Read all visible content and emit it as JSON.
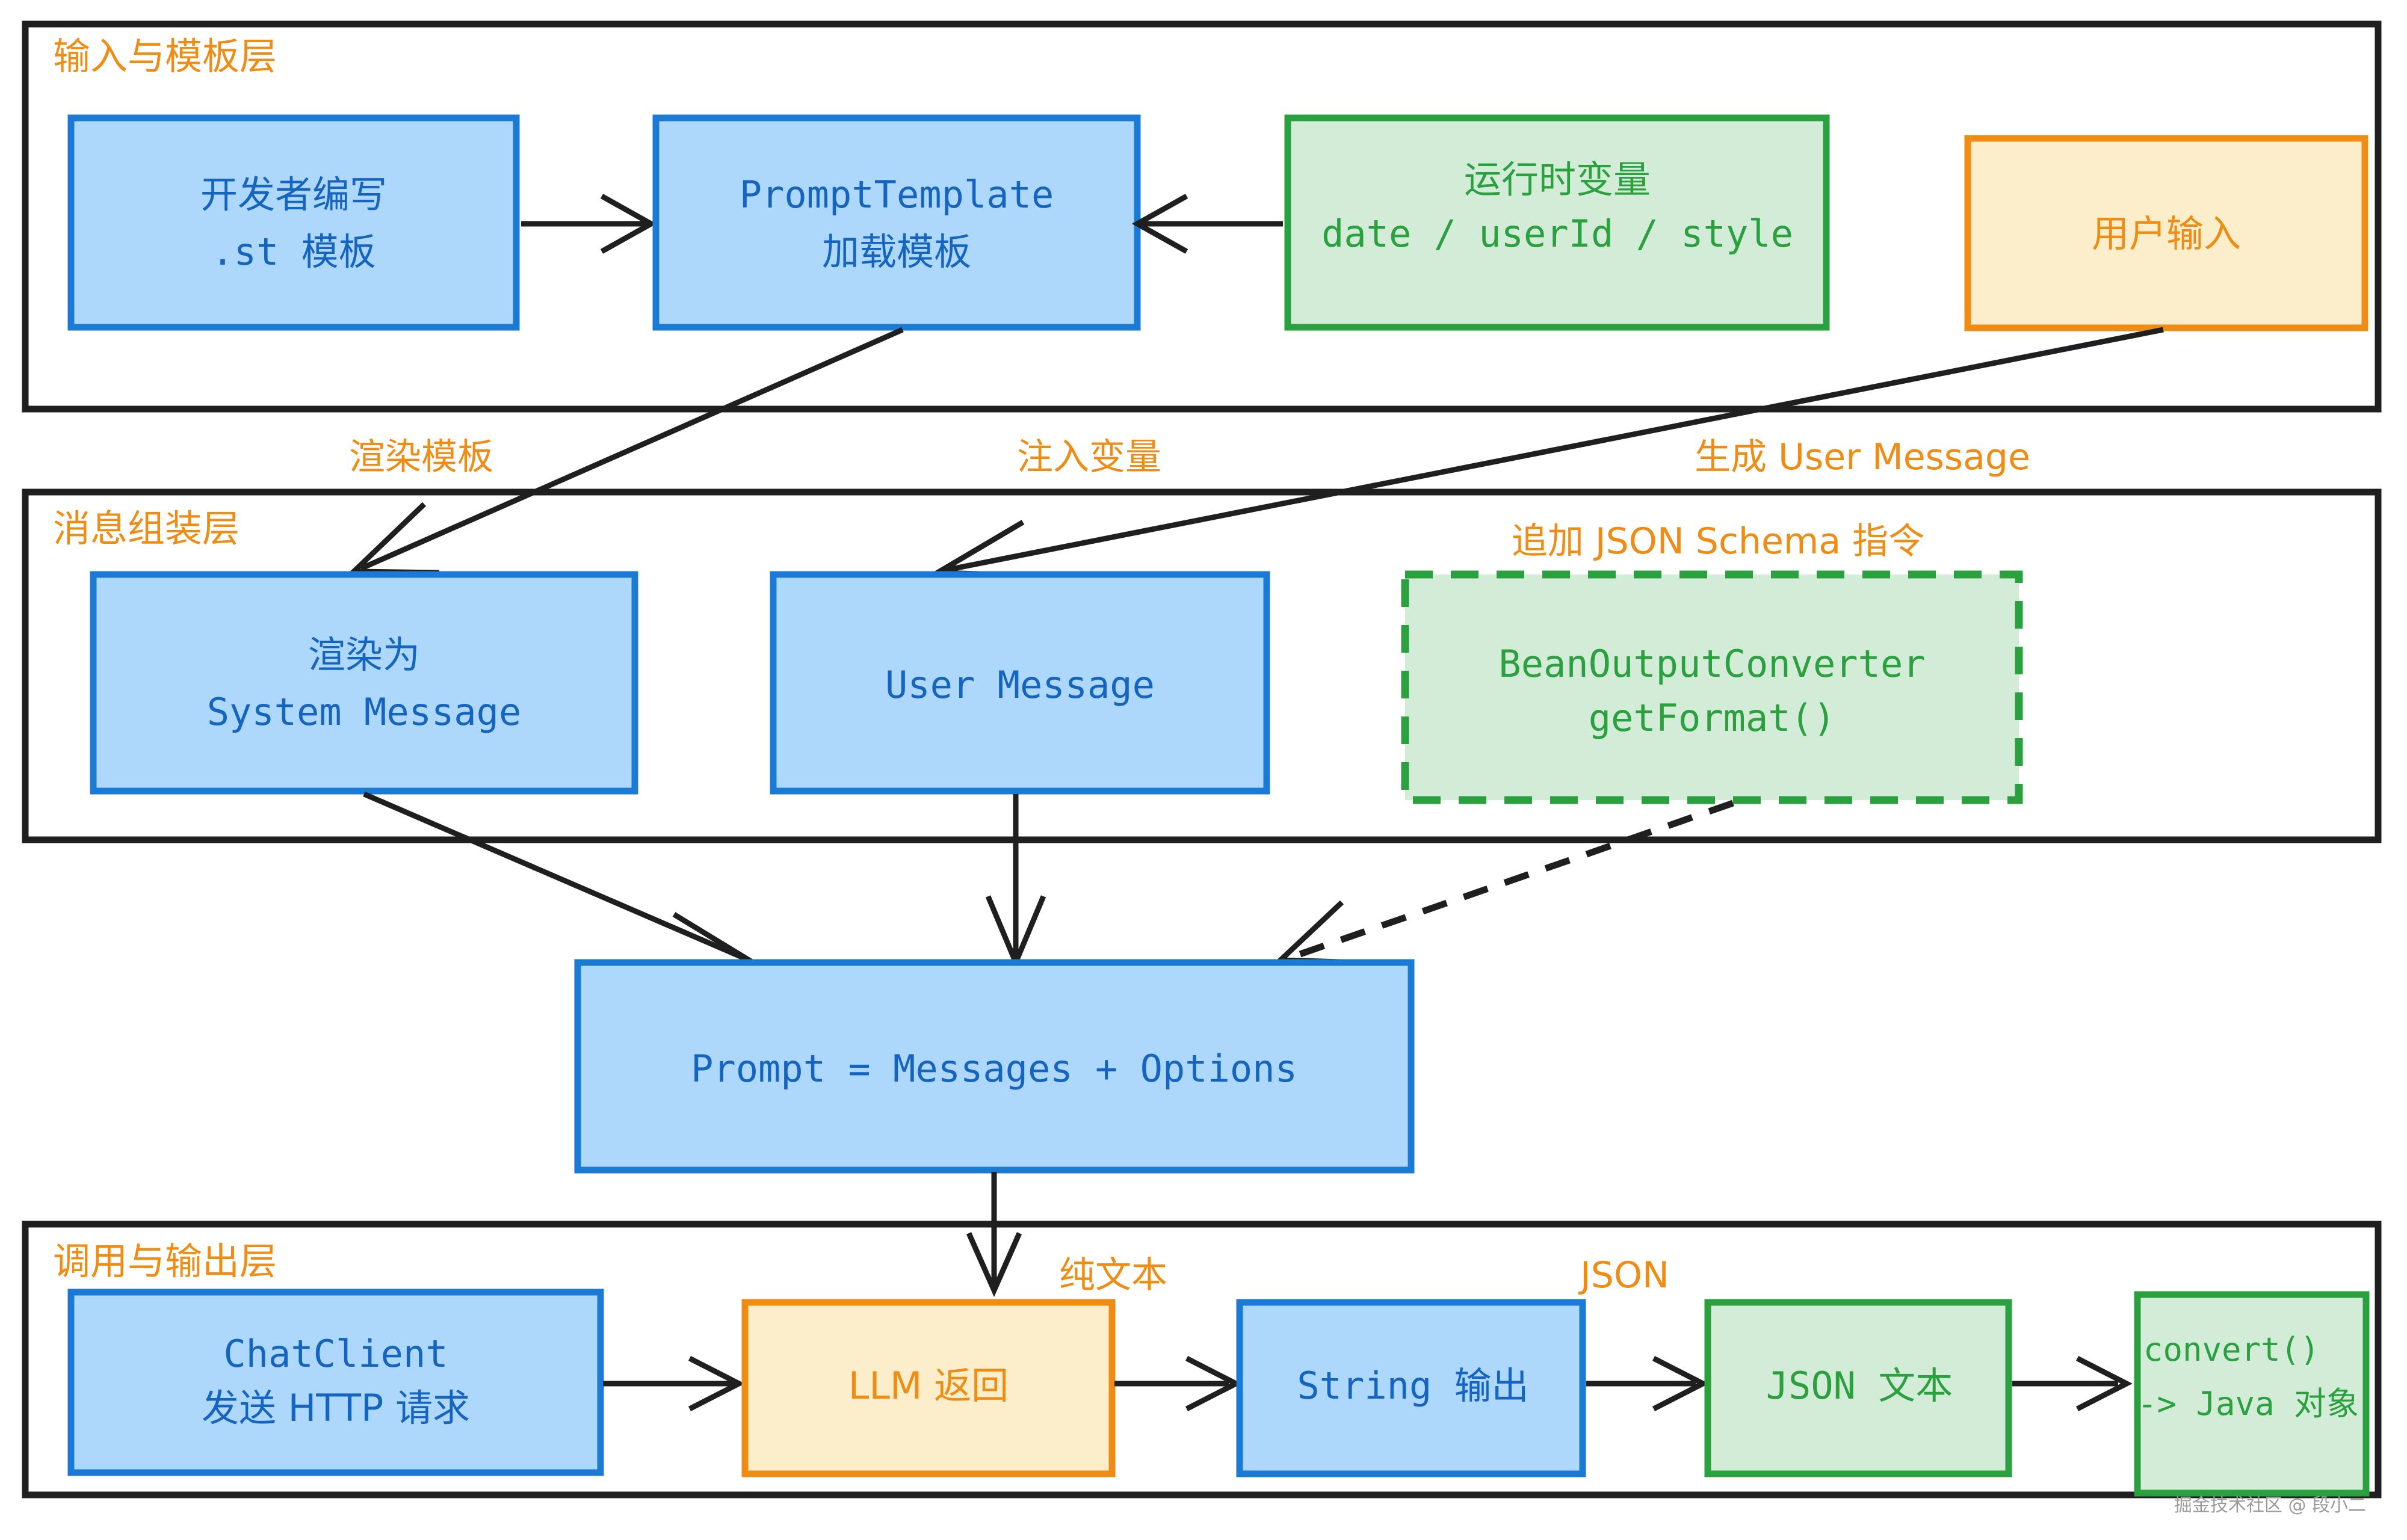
{
  "diagram": {
    "title_semantic": "spring-ai-prompt-pipeline",
    "colors": {
      "blue_fill": "#aed8fb",
      "blue_stroke": "#1a7ad4",
      "blue_text": "#1565c0",
      "green_fill": "#d2ecd7",
      "green_stroke": "#2aa03f",
      "orange_fill": "#fceecb",
      "orange_stroke": "#ef8c14",
      "orange_text": "#ef8c14",
      "frame_stroke": "#1f1f1f"
    }
  },
  "layers": [
    {
      "id": "input",
      "title": "输入与模板层"
    },
    {
      "id": "assembly",
      "title": "消息组装层"
    },
    {
      "id": "output",
      "title": "调用与输出层"
    }
  ],
  "nodes": {
    "dev_template": {
      "line1": "开发者编写",
      "line2": ".st 模板"
    },
    "prompt_template": {
      "line1": "PromptTemplate",
      "line2": "加载模板"
    },
    "runtime_vars": {
      "line1": "运行时变量",
      "line2": "date / userId / style"
    },
    "user_input": {
      "line1": "用户输入"
    },
    "system_message": {
      "line1": "渲染为",
      "line2": "System Message"
    },
    "user_message": {
      "line1": "User Message"
    },
    "bean_converter": {
      "line1": "BeanOutputConverter",
      "line2": "getFormat()"
    },
    "prompt": {
      "line1": "Prompt = Messages + Options"
    },
    "chat_client": {
      "line1": "ChatClient",
      "line2": "发送 HTTP 请求"
    },
    "llm_return": {
      "line1": "LLM 返回"
    },
    "string_output": {
      "line1": "String 输出"
    },
    "json_text": {
      "line1": "JSON 文本"
    },
    "convert": {
      "line1": "convert()",
      "line2": "-> Java 对象"
    }
  },
  "edge_labels": {
    "render_template": "渲染模板",
    "inject_vars": "注入变量",
    "gen_user_message": "生成 User Message",
    "append_schema": "追加 JSON Schema 指令",
    "plain_text": "纯文本",
    "json": "JSON"
  },
  "watermark": "掘金技术社区 @ 段小二"
}
